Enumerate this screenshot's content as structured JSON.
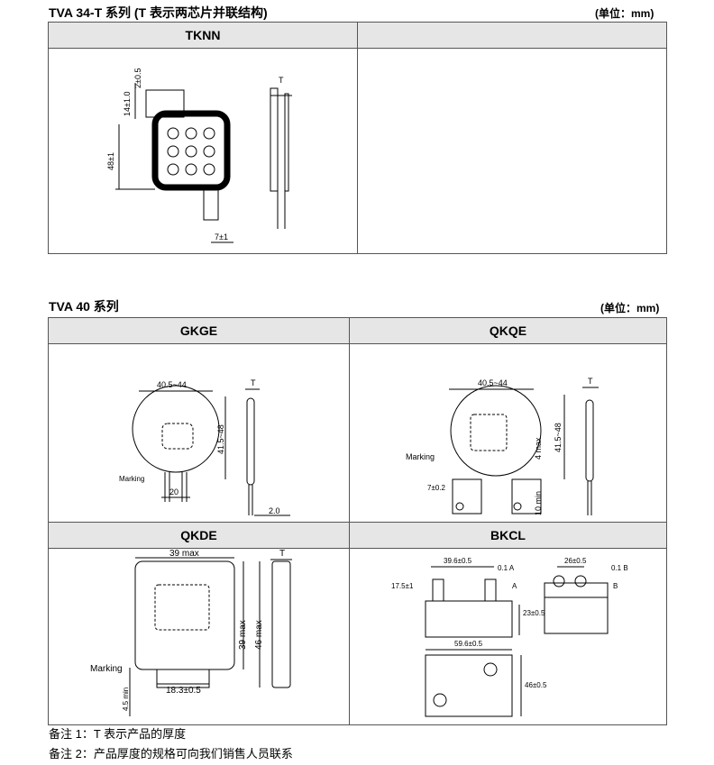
{
  "section1": {
    "title": "TVA 34-T 系列 (T 表示两芯片并联结构)",
    "unit": "(单位：mm)",
    "headers": [
      "TKNN",
      ""
    ],
    "dims": {
      "lead_thick": "2±0.5",
      "top": "14±1.0",
      "height": "48±1",
      "lead_pitch": "7±1",
      "t": "T"
    }
  },
  "section2": {
    "title": "TVA 40 系列",
    "unit": "(单位：mm)",
    "headers": [
      "GKGE",
      "QKQE",
      "QKDE",
      "BKCL"
    ],
    "gkge": {
      "width": "40.5~44",
      "height": "41.5~48",
      "marking": "Marking",
      "pitch": "20",
      "lead": "2.0",
      "t": "T"
    },
    "qkqe": {
      "width": "40.5~44",
      "height": "41.5~48",
      "max": "4 max",
      "min": "10 min",
      "marking": "Marking",
      "tab": "7±0.2",
      "t": "T"
    },
    "qkde": {
      "width": "39 max",
      "h1": "39 max",
      "h2": "46 max",
      "marking": "Marking",
      "pitch": "18.3±0.5",
      "min": "4.5 min",
      "t": "T"
    },
    "bkcl": {
      "w1": "39.6±0.5",
      "w2": "26±0.5",
      "h1": "17.5±1",
      "h2": "23±0.5",
      "base_w": "59.6±0.5",
      "base_h": "46±0.5",
      "ref_a": "A",
      "ref_b": "B",
      "tol_a": "0.1 A",
      "tol_b": "0.1 B"
    }
  },
  "notes": [
    "备注 1：T 表示产品的厚度",
    "备注 2：产品厚度的规格可向我们销售人员联系"
  ]
}
